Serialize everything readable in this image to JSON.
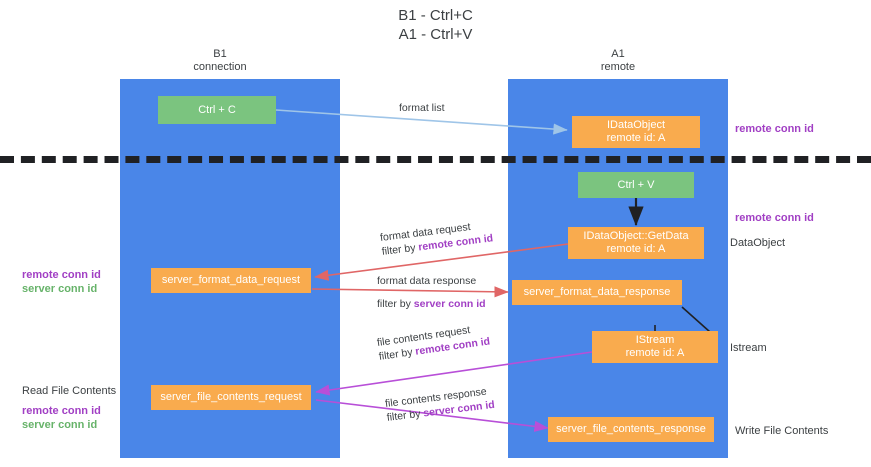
{
  "title": {
    "line1": "B1 - Ctrl+C",
    "line2": "A1 - Ctrl+V"
  },
  "columns": {
    "left": {
      "name": "B1",
      "role": "connection"
    },
    "right": {
      "name": "A1",
      "role": "remote"
    }
  },
  "colors": {
    "lane": "#4a86e8",
    "green_box": "#7bc47f",
    "orange_box": "#f9ab4e",
    "remote_conn_id": "#a13fc4",
    "server_conn_id": "#67b36a",
    "arrow_blue": "#9fc5e8",
    "arrow_black": "#202124",
    "arrow_red": "#e06666",
    "arrow_purple": "#b84fd8",
    "divider": "#202124"
  },
  "boxes": {
    "ctrl_c": {
      "label": "Ctrl + C"
    },
    "ctrl_v": {
      "label": "Ctrl + V"
    },
    "idataobject": {
      "line1": "IDataObject",
      "line2": "remote id: A"
    },
    "idataobject_getdata": {
      "line1": "IDataObject::GetData",
      "line2": "remote id: A"
    },
    "istream": {
      "line1": "IStream",
      "line2": "remote id: A"
    },
    "server_format_data_request": {
      "label": "server_format_data_request"
    },
    "server_format_data_response": {
      "label": "server_format_data_response"
    },
    "server_file_contents_request": {
      "label": "server_file_contents_request"
    },
    "server_file_contents_response": {
      "label": "server_file_contents_response"
    }
  },
  "edge_labels": {
    "format_list": "format list",
    "format_data_request": {
      "line1": "format data request",
      "line2_prefix": "filter by ",
      "line2_key": "remote conn id"
    },
    "format_data_response": {
      "line1": "format data response",
      "line2_prefix": "filter by ",
      "line2_key": "server conn id"
    },
    "file_contents_request": {
      "line1": "file contents request",
      "line2_prefix": "filter by ",
      "line2_key": "remote conn id"
    },
    "file_contents_response": {
      "line1": "file contents response",
      "line2_prefix": "filter by ",
      "line2_key": "server conn id"
    }
  },
  "annotations": {
    "right_top_conn": "remote conn id",
    "right_mid_conn": "remote conn id",
    "right_dataobject": "DataObject",
    "right_istream": "Istream",
    "right_write_file_contents": "Write File Contents",
    "left_mid": {
      "remote": "remote conn id",
      "server": "server conn id"
    },
    "left_bottom": {
      "heading": "Read File Contents",
      "remote": "remote conn id",
      "server": "server conn id"
    }
  }
}
